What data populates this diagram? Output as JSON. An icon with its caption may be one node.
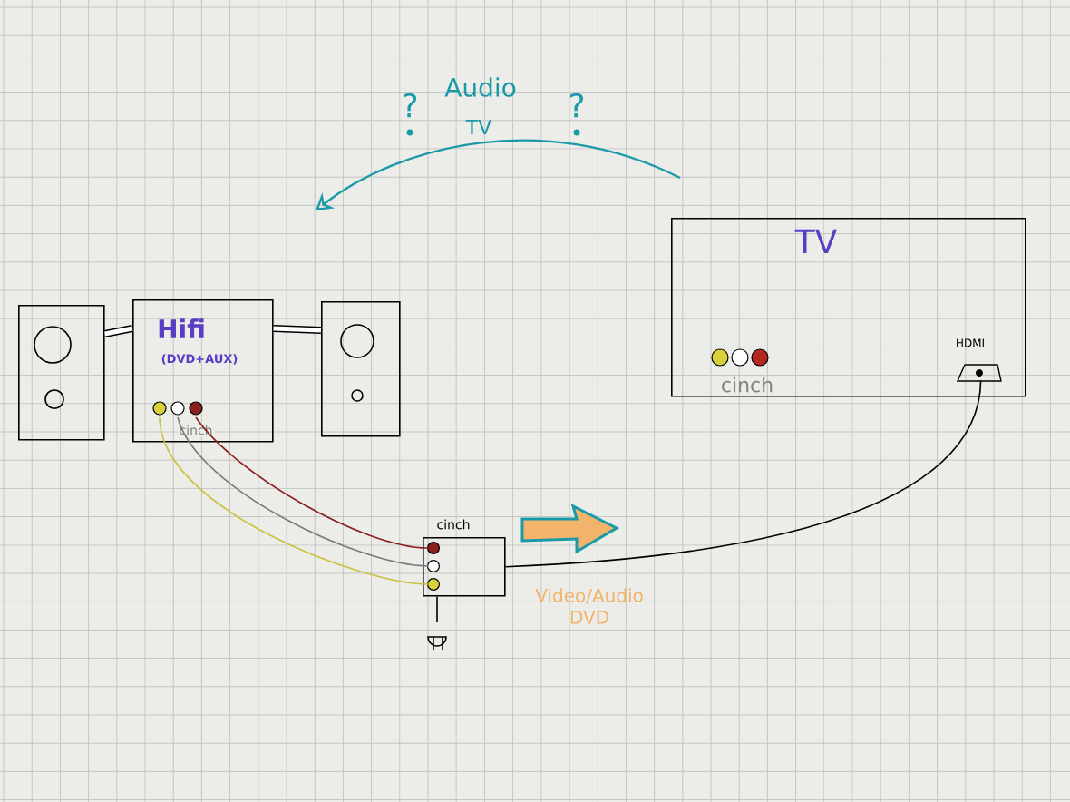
{
  "diagram": {
    "nodes": [
      {
        "text": [],
        "shape": "box"
      },
      {
        "text": [
          "Hifi",
          "(DVD+AUX)",
          "cinch"
        ]
      },
      {
        "text": [],
        "shape": "box"
      },
      {
        "text": [
          "cinch"
        ]
      },
      {
        "text": [],
        "shape": "plug"
      },
      {
        "text": [
          "TV",
          "cinch",
          "HDMI"
        ]
      }
    ],
    "edges": [
      {
        "from": 0,
        "to": 1,
        "arrow": "none",
        "style": "thick"
      },
      {
        "from": 1,
        "to": 2,
        "arrow": "none",
        "style": "thick"
      },
      {
        "from": 1,
        "to": 3,
        "arrow": "none",
        "color": "#8b1e1e"
      },
      {
        "from": 1,
        "to": 3,
        "arrow": "none",
        "color": "#7a7a7a"
      },
      {
        "from": 1,
        "to": 3,
        "arrow": "none",
        "color": "#c9c23a"
      },
      {
        "from": 3,
        "to": 4,
        "arrow": "none"
      },
      {
        "from": 3,
        "to": 5,
        "arrow": "none"
      }
    ],
    "labels": [
      "?",
      "Audio",
      "?",
      "TV",
      "Video/Audio DVD"
    ]
  }
}
